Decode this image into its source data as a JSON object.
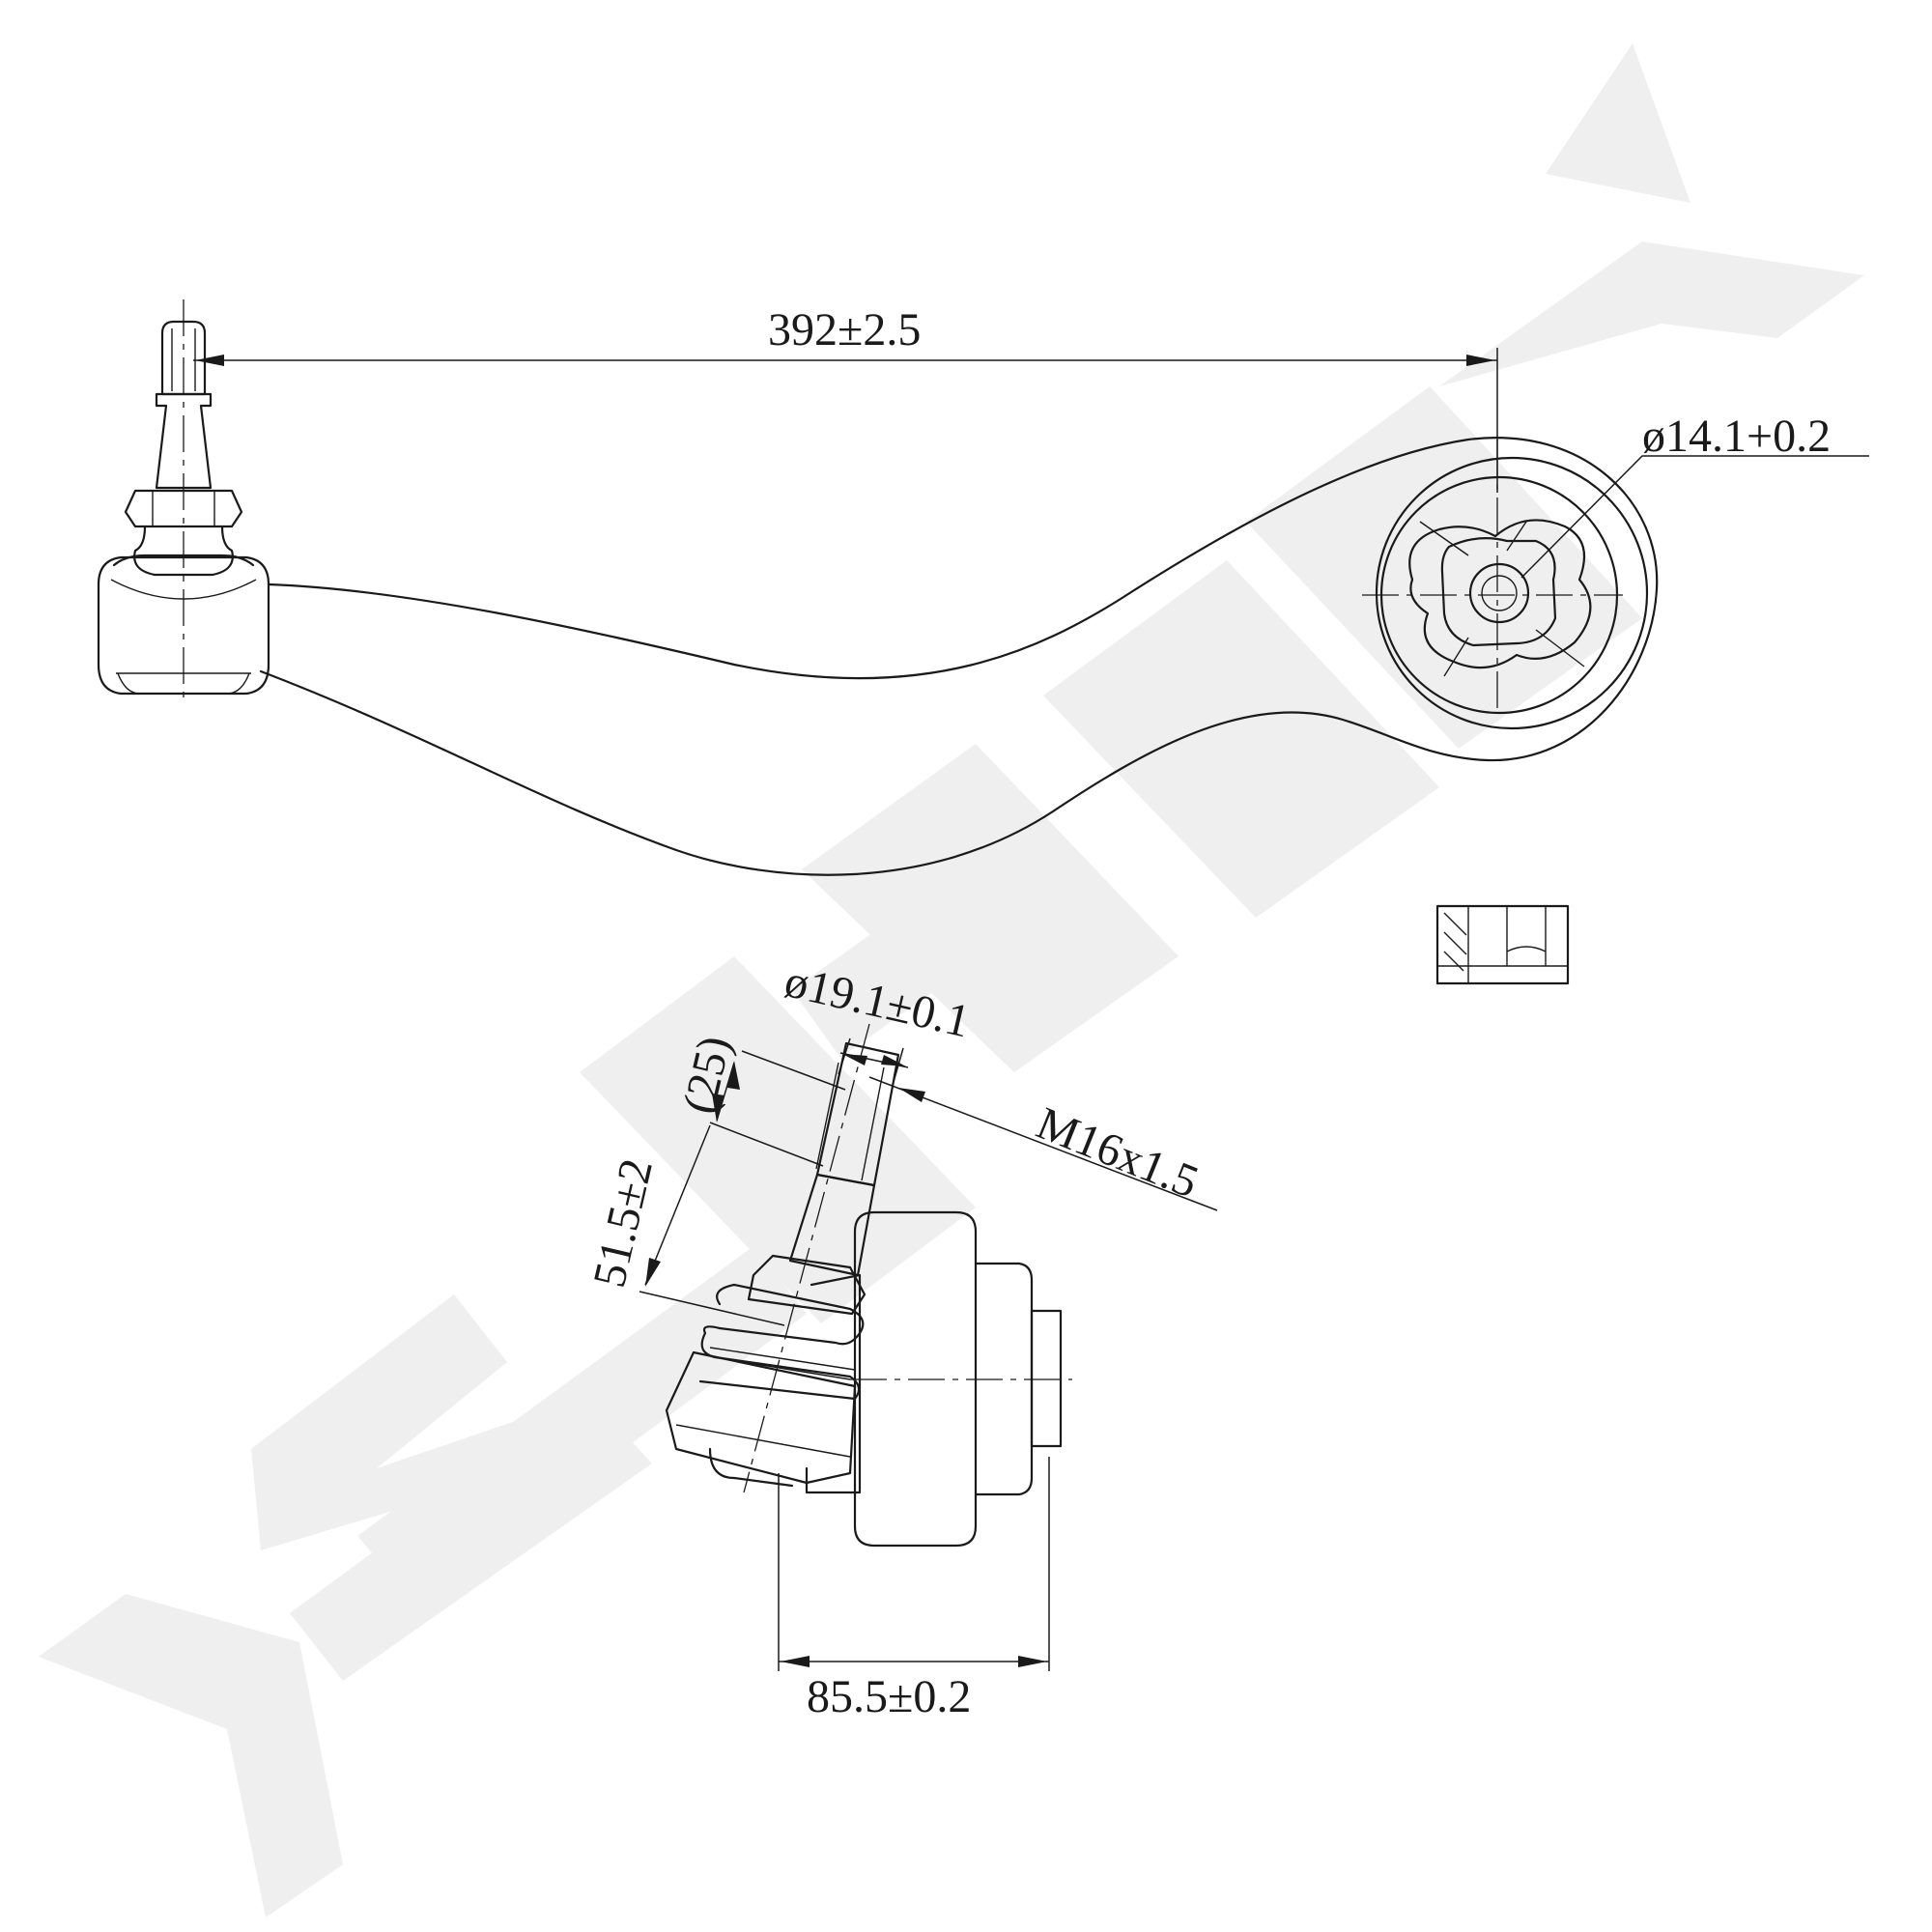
{
  "watermark": {
    "brand_text": "ZENTEK",
    "color": "#efefef"
  },
  "dimensions": {
    "ball_joint_to_bushing_length": "392±2.5",
    "bushing_bore_diameter": "ø14.1+0.2",
    "stud_taper_diameter": "ø19.1±0.1",
    "stud_thread_size": "M16x1.5",
    "stud_length": "51.5±2",
    "thread_length": "(25)",
    "bushing_width": "85.5±0.2"
  },
  "colors": {
    "line": "#1a1a1a",
    "background": "#ffffff"
  }
}
